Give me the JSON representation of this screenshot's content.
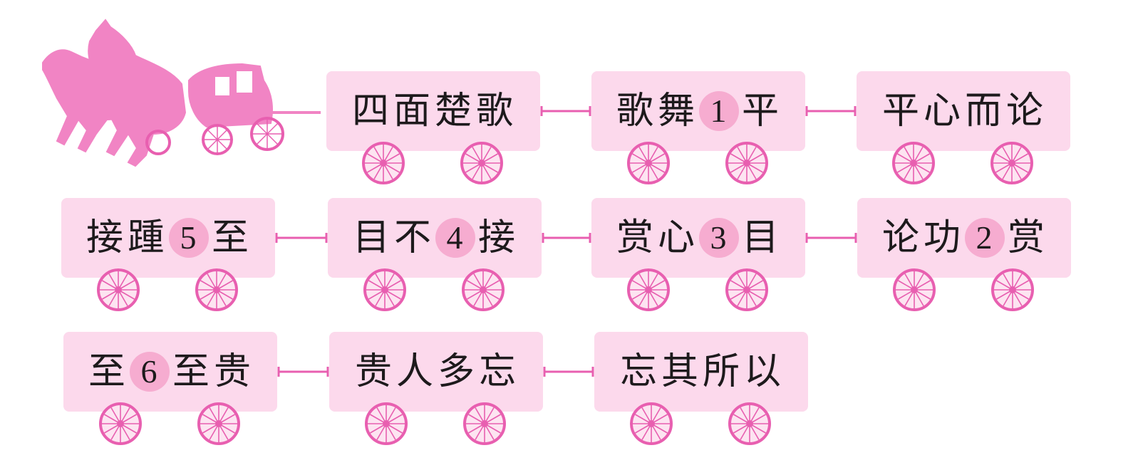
{
  "theme": {
    "car_color": "#fcd9ec",
    "accent": "#e85fb0",
    "number_circle": "#f6acd0",
    "text_color": "#1d1a1c"
  },
  "locomotive": {
    "icon": "horse-carriage-icon"
  },
  "rows": [
    [
      {
        "chars": [
          "四",
          "面",
          "楚",
          "歌"
        ]
      },
      {
        "chars": [
          "歌",
          "舞",
          "1",
          "平"
        ]
      },
      {
        "chars": [
          "平",
          "心",
          "而",
          "论"
        ]
      }
    ],
    [
      {
        "chars": [
          "接",
          "踵",
          "5",
          "至"
        ]
      },
      {
        "chars": [
          "目",
          "不",
          "4",
          "接"
        ]
      },
      {
        "chars": [
          "赏",
          "心",
          "3",
          "目"
        ]
      },
      {
        "chars": [
          "论",
          "功",
          "2",
          "赏"
        ]
      }
    ],
    [
      {
        "chars": [
          "至",
          "6",
          "至",
          "贵"
        ]
      },
      {
        "chars": [
          "贵",
          "人",
          "多",
          "忘"
        ]
      },
      {
        "chars": [
          "忘",
          "其",
          "所",
          "以"
        ]
      }
    ]
  ]
}
